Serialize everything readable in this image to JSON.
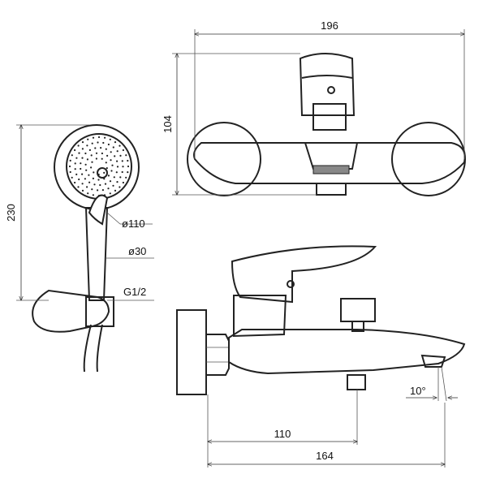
{
  "dimensions": {
    "top_width": "196",
    "top_height": "104",
    "handshower_length": "230",
    "head_diameter": "ø110",
    "handle_diameter": "ø30",
    "thread": "G1/2",
    "spout_offset": "110",
    "overall_depth": "164",
    "spout_angle": "10°"
  }
}
